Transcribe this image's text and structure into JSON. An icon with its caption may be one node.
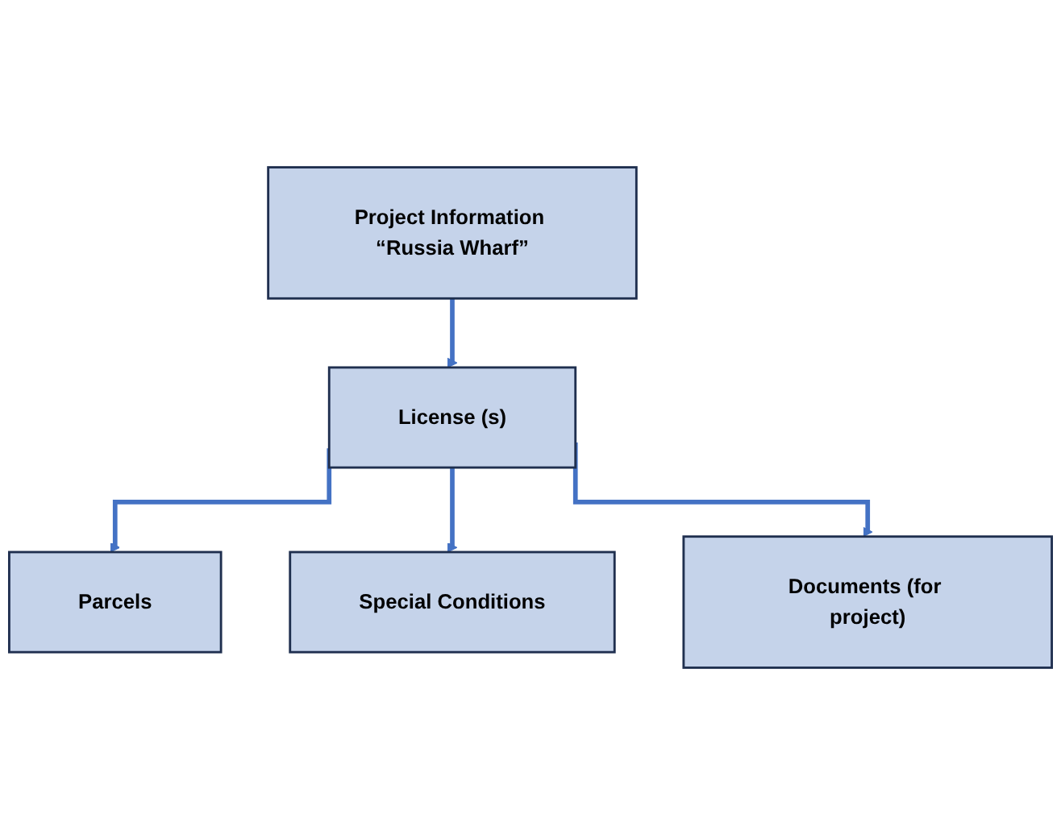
{
  "diagram": {
    "nodes": [
      {
        "text": [
          "Project Information “Russia Wharf”"
        ]
      },
      {
        "text": [
          "License (s)"
        ]
      },
      {
        "text": [
          "Parcels"
        ]
      },
      {
        "text": [
          "Special Conditions"
        ]
      },
      {
        "text": [
          "Documents (for project)"
        ]
      }
    ],
    "edges": [
      {
        "from": 0,
        "to": 1,
        "arrow": "to"
      },
      {
        "from": 1,
        "to": 2,
        "arrow": "to"
      },
      {
        "from": 1,
        "to": 3,
        "arrow": "to"
      },
      {
        "from": 1,
        "to": 4,
        "arrow": "to"
      }
    ]
  }
}
